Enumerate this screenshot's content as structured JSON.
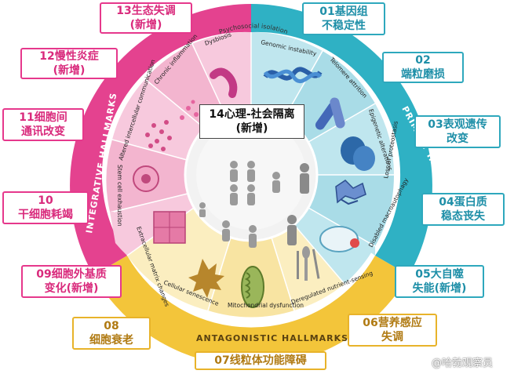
{
  "center": {
    "callout_line1": "14心理-社会隔离",
    "callout_line2": "(新增)",
    "ring_label": "Psychosocial isolation"
  },
  "rings": {
    "primary": "PRIMARY HALLMARKS",
    "integrative": "INTEGRATIVE HALLMARKS",
    "antagonistic": "ANTAGONISTIC HALLMARKS"
  },
  "segments": {
    "genomic": "Genomic instability",
    "telomere": "Telomere attrition",
    "epigenetic": "Epigenetic alterations",
    "proteostasis": "Loss of proteostasis",
    "autophagy": "Disabled macroautophagy",
    "nutrient": "Deregulated nutrient-sensing",
    "mito": "Mitochondrial dysfunction",
    "senescence": "Cellular senescence",
    "ecm": "Extracellular matrix changes",
    "stemcell": "Stem cell exhaustion",
    "communication": "Altered intercellular communication",
    "inflammation": "Chronic inflammation",
    "dysbiosis": "Dysbiosis"
  },
  "callouts": {
    "c13": {
      "line1": "13生态失调",
      "line2": "(新增)"
    },
    "c01": {
      "line1": "01基因组",
      "line2": "不稳定性"
    },
    "c12": {
      "line1": "12慢性炎症",
      "line2": "(新增)"
    },
    "c02": {
      "line1": "02",
      "line2": "端粒磨损"
    },
    "c11": {
      "line1": "11细胞间",
      "line2": "通讯改变"
    },
    "c03": {
      "line1": "03表观遗传",
      "line2": "改变"
    },
    "c10": {
      "line1": "10",
      "line2": "干细胞耗竭"
    },
    "c04": {
      "line1": "04蛋白质",
      "line2": "稳态丧失"
    },
    "c09": {
      "line1": "09细胞外基质",
      "line2": "变化(新增)"
    },
    "c05": {
      "line1": "05大自噬",
      "line2": "失能(新增)"
    },
    "c08": {
      "line1": "08",
      "line2": "细胞衰老"
    },
    "c06": {
      "line1": "06营养感应",
      "line2": "失调"
    },
    "c07": {
      "line1": "07线粒体功能障碍"
    }
  },
  "watermark": "@哈勃观察员",
  "colors": {
    "pink": "#e6388c",
    "teal": "#2ea8bd",
    "gold": "#e8b32a"
  }
}
